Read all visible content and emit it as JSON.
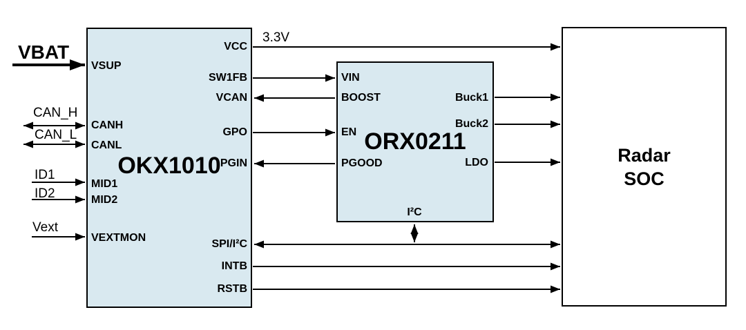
{
  "colors": {
    "background": "#ffffff",
    "block_fill": "#d9e9f0",
    "block_border": "#000000",
    "wire": "#000000",
    "text": "#000000"
  },
  "external_labels": {
    "vbat": "VBAT",
    "can_h": "CAN_H",
    "can_l": "CAN_L",
    "id1": "ID1",
    "id2": "ID2",
    "vext": "Vext",
    "rail_3v3": "3.3V"
  },
  "blocks": {
    "okx1010": {
      "title": "OKX1010",
      "left_pins": [
        "VSUP",
        "CANH",
        "CANL",
        "MID1",
        "MID2",
        "VEXTMON"
      ],
      "right_pins": [
        "VCC",
        "SW1FB",
        "VCAN",
        "GPO",
        "PGIN",
        "SPI/I²C",
        "INTB",
        "RSTB"
      ]
    },
    "orx0211": {
      "title": "ORX0211",
      "left_pins": [
        "VIN",
        "BOOST",
        "EN",
        "PGOOD"
      ],
      "right_pins": [
        "Buck1",
        "Buck2",
        "LDO"
      ],
      "bottom_pins": [
        "I²C"
      ]
    },
    "radar_soc": {
      "title_line1": "Radar",
      "title_line2": "SOC"
    }
  },
  "connections": [
    {
      "from": "VBAT",
      "to": "OKX1010.VSUP",
      "direction": "in",
      "style": "thick"
    },
    {
      "from": "CAN_H",
      "to": "OKX1010.CANH",
      "direction": "bidirectional"
    },
    {
      "from": "CAN_L",
      "to": "OKX1010.CANL",
      "direction": "bidirectional"
    },
    {
      "from": "ID1",
      "to": "OKX1010.MID1",
      "direction": "in"
    },
    {
      "from": "ID2",
      "to": "OKX1010.MID2",
      "direction": "in"
    },
    {
      "from": "Vext",
      "to": "OKX1010.VEXTMON",
      "direction": "in"
    },
    {
      "from": "OKX1010.VCC",
      "to": "Radar SOC",
      "label": "3.3V",
      "direction": "out"
    },
    {
      "from": "OKX1010.SW1FB",
      "to": "ORX0211.VIN",
      "direction": "out"
    },
    {
      "from": "ORX0211.BOOST",
      "to": "OKX1010.VCAN",
      "direction": "out"
    },
    {
      "from": "OKX1010.GPO",
      "to": "ORX0211.EN",
      "direction": "out"
    },
    {
      "from": "ORX0211.PGOOD",
      "to": "OKX1010.PGIN",
      "direction": "out"
    },
    {
      "from": "ORX0211.Buck1",
      "to": "Radar SOC",
      "direction": "out"
    },
    {
      "from": "ORX0211.Buck2",
      "to": "Radar SOC",
      "direction": "out"
    },
    {
      "from": "ORX0211.LDO",
      "to": "Radar SOC",
      "direction": "out"
    },
    {
      "from": "OKX1010.SPI/I²C",
      "to": "Radar SOC",
      "direction": "bidirectional",
      "tap": "ORX0211.I²C"
    },
    {
      "from": "OKX1010.INTB",
      "to": "Radar SOC",
      "direction": "out"
    },
    {
      "from": "OKX1010.RSTB",
      "to": "Radar SOC",
      "direction": "out"
    }
  ]
}
